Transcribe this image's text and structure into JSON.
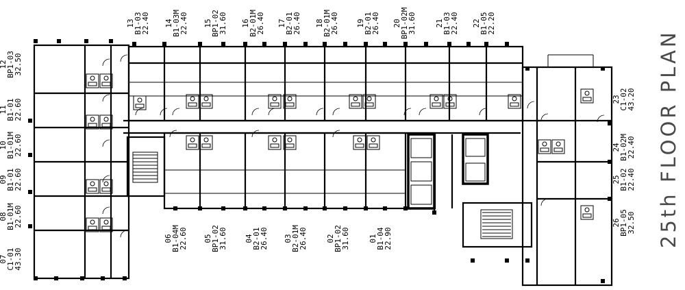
{
  "title": "25th FLOOR PLAN",
  "units_top": [
    {
      "no": "13",
      "type": "B1-03",
      "area": "22.40"
    },
    {
      "no": "14",
      "type": "B1-03M",
      "area": "22.40"
    },
    {
      "no": "15",
      "type": "BP1-02",
      "area": "31.60"
    },
    {
      "no": "16",
      "type": "B2-01M",
      "area": "26.40"
    },
    {
      "no": "17",
      "type": "B2-01",
      "area": "26.40"
    },
    {
      "no": "18",
      "type": "B2-01M",
      "area": "26.40"
    },
    {
      "no": "19",
      "type": "B2-01",
      "area": "26.40"
    },
    {
      "no": "20",
      "type": "BP1-02M",
      "area": "31.60"
    },
    {
      "no": "21",
      "type": "B1-03",
      "area": "22.40"
    },
    {
      "no": "22",
      "type": "B1-05",
      "area": "22.20"
    }
  ],
  "units_left": [
    {
      "no": "12",
      "type": "BP1-03",
      "area": "32.50"
    },
    {
      "no": "11",
      "type": "B1-01",
      "area": "22.60"
    },
    {
      "no": "10",
      "type": "B1-01M",
      "area": "22.60"
    },
    {
      "no": "09",
      "type": "B1-01",
      "area": "22.60"
    },
    {
      "no": "08",
      "type": "B1-01M",
      "area": "22.60"
    },
    {
      "no": "07",
      "type": "C1-01",
      "area": "43.30"
    }
  ],
  "units_bottom": [
    {
      "no": "06",
      "type": "B1-04M",
      "area": "22.60"
    },
    {
      "no": "05",
      "type": "BP1-02",
      "area": "31.60"
    },
    {
      "no": "04",
      "type": "B2-01",
      "area": "26.40"
    },
    {
      "no": "03",
      "type": "B2-01M",
      "area": "26.40"
    },
    {
      "no": "02",
      "type": "BP1-02",
      "area": "31.60"
    },
    {
      "no": "01",
      "type": "B1-04",
      "area": "22.90"
    }
  ],
  "units_right": [
    {
      "no": "23",
      "type": "C1-02",
      "area": "43.20"
    },
    {
      "no": "24",
      "type": "B1-02M",
      "area": "22.40"
    },
    {
      "no": "25",
      "type": "B1-02",
      "area": "22.40"
    },
    {
      "no": "26",
      "type": "BP1-05",
      "area": "32.50"
    }
  ]
}
